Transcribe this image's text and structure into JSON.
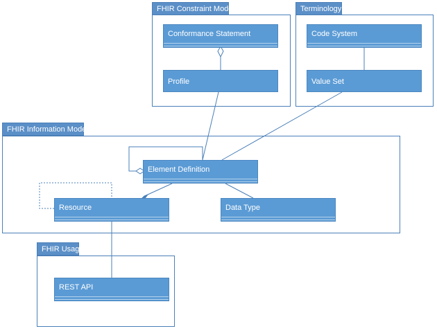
{
  "packages": {
    "constraint_model": {
      "label": "FHIR Constraint Model"
    },
    "terminology": {
      "label": "Terminology"
    },
    "information_model": {
      "label": "FHIR Information Model"
    },
    "usage": {
      "label": "FHIR Usage"
    }
  },
  "classes": {
    "conformance_statement": "Conformance Statement",
    "profile": "Profile",
    "code_system": "Code System",
    "value_set": "Value Set",
    "element_definition": "Element Definition",
    "resource": "Resource",
    "data_type": "Data Type",
    "rest_api": "REST API"
  },
  "colors": {
    "class_fill": "#5b9bd5",
    "package_tab": "#5b8fc7",
    "package_border": "#4a7fb8",
    "connector": "#4a7fb8"
  }
}
